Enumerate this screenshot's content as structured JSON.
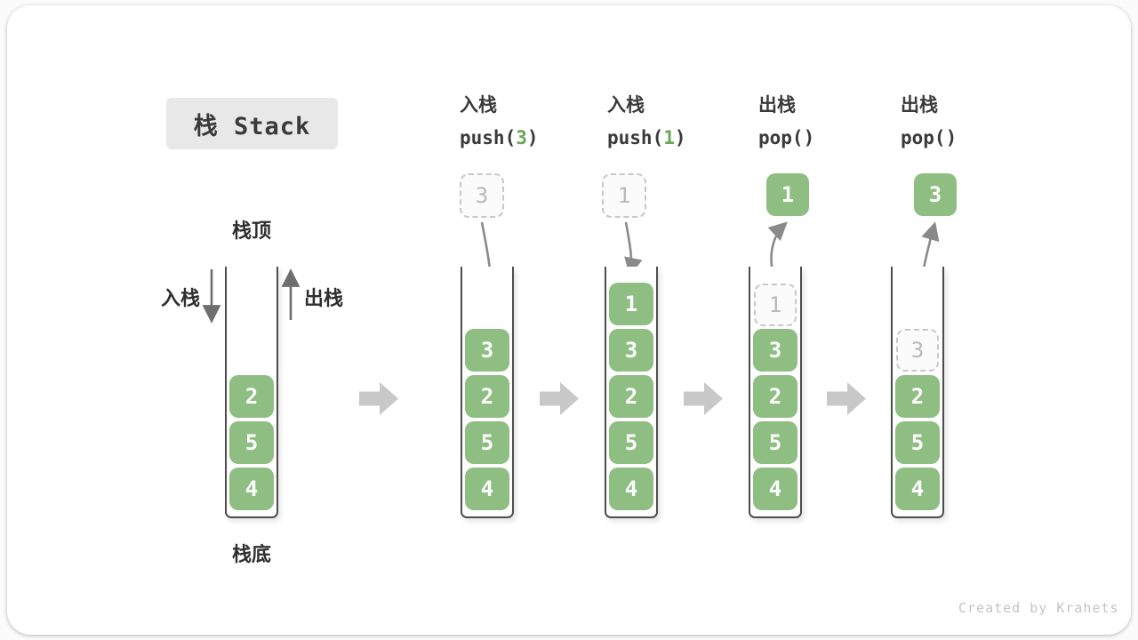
{
  "title": {
    "text": "栈 Stack"
  },
  "side_labels": {
    "stack_top": "栈顶",
    "stack_bottom": "栈底",
    "push": "入栈",
    "pop": "出栈"
  },
  "columns": [
    {
      "line1": "入栈",
      "code_pre": "push(",
      "code_arg": "3",
      "code_post": ")"
    },
    {
      "line1": "入栈",
      "code_pre": "push(",
      "code_arg": "1",
      "code_post": ")"
    },
    {
      "line1": "出栈",
      "code_pre": "pop(",
      "code_arg": "",
      "code_post": ")"
    },
    {
      "line1": "出栈",
      "code_pre": "pop(",
      "code_arg": "",
      "code_post": ")"
    }
  ],
  "floating_cells": {
    "push3_ghost": "3",
    "push1_ghost": "1",
    "pop1_value": "1",
    "pop3_value": "3"
  },
  "stacks": [
    {
      "cells": [
        "2",
        "5",
        "4"
      ]
    },
    {
      "cells": [
        "3",
        "2",
        "5",
        "4"
      ]
    },
    {
      "cells": [
        "1",
        "3",
        "2",
        "5",
        "4"
      ]
    },
    {
      "ghost": "1",
      "cells": [
        "3",
        "2",
        "5",
        "4"
      ]
    },
    {
      "ghost": "3",
      "cells": [
        "2",
        "5",
        "4"
      ]
    }
  ],
  "watermark": "Created by Krahets",
  "colors": {
    "cell_green": "#8EBE82",
    "accent_green": "#69A757",
    "arrow_gray": "#8A8A8A",
    "block_arrow_gray": "#C8C8C8",
    "ghost_text": "#B9B9B9",
    "text_dark": "#3A3A3A"
  }
}
